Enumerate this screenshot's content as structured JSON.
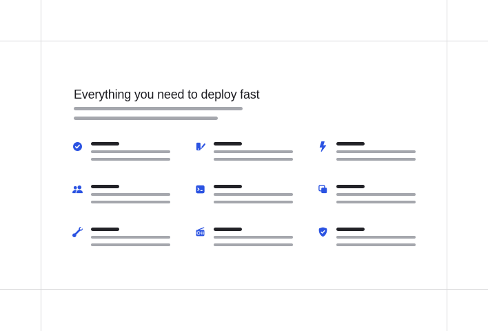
{
  "section": {
    "heading": "Everything you need to deploy fast",
    "subtitle_placeholder_lines": 2
  },
  "colors": {
    "accent_blue": "#2b53e2",
    "placeholder_dark": "#222227",
    "placeholder_gray": "#a5a7ad",
    "frame_border": "#d9d9db",
    "heading_text": "#1b1b20"
  },
  "frame": {
    "vertical_lines_x": [
      59,
      648
    ],
    "horizontal_lines_y": [
      59,
      419
    ]
  },
  "features": [
    {
      "icon": "check-circle-icon",
      "title_placeholder": true,
      "description_placeholder_lines": 2
    },
    {
      "icon": "device-pencil-icon",
      "title_placeholder": true,
      "description_placeholder_lines": 2
    },
    {
      "icon": "lightning-icon",
      "title_placeholder": true,
      "description_placeholder_lines": 2
    },
    {
      "icon": "people-icon",
      "title_placeholder": true,
      "description_placeholder_lines": 2
    },
    {
      "icon": "terminal-icon",
      "title_placeholder": true,
      "description_placeholder_lines": 2
    },
    {
      "icon": "copy-icon",
      "title_placeholder": true,
      "description_placeholder_lines": 2
    },
    {
      "icon": "wrench-icon",
      "title_placeholder": true,
      "description_placeholder_lines": 2
    },
    {
      "icon": "radio-icon",
      "title_placeholder": true,
      "description_placeholder_lines": 2
    },
    {
      "icon": "shield-check-icon",
      "title_placeholder": true,
      "description_placeholder_lines": 2
    }
  ]
}
